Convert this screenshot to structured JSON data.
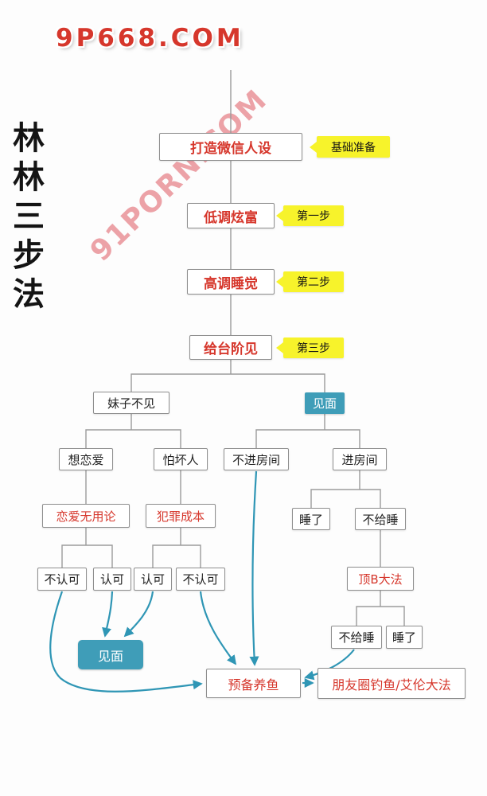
{
  "watermarks": {
    "top": "9P668.COM",
    "diagonal": "91PORN.COM"
  },
  "title": "林林三步法",
  "colors": {
    "red": "#d6372c",
    "yellow": "#f7f32b",
    "teal": "#3f9db8",
    "line_gray": "#9b9b9b",
    "arrow_teal": "#2f96b5"
  },
  "nodes": {
    "step0": "打造微信人设",
    "tag0": "基础准备",
    "step1": "低调炫富",
    "tag1": "第一步",
    "step2": "高调睡觉",
    "tag2": "第二步",
    "step3": "给台阶见",
    "tag3": "第三步",
    "girl_no_meet": "妹子不见",
    "meet_small": "见面",
    "want_love": "想恋爱",
    "fear_bad_person": "怕坏人",
    "love_useless_theory": "恋爱无用论",
    "crime_cost": "犯罪成本",
    "disapprove_1": "不认可",
    "approve_1": "认可",
    "approve_2": "认可",
    "disapprove_2": "不认可",
    "not_enter_room": "不进房间",
    "enter_room": "进房间",
    "slept_1": "睡了",
    "no_sleep_1": "不给睡",
    "top_b_method": "顶B大法",
    "no_sleep_2": "不给睡",
    "slept_2": "睡了",
    "meet_big": "见面",
    "prepare_fish": "预备养鱼",
    "moments_fishing": "朋友圈钓鱼/艾伦大法"
  }
}
